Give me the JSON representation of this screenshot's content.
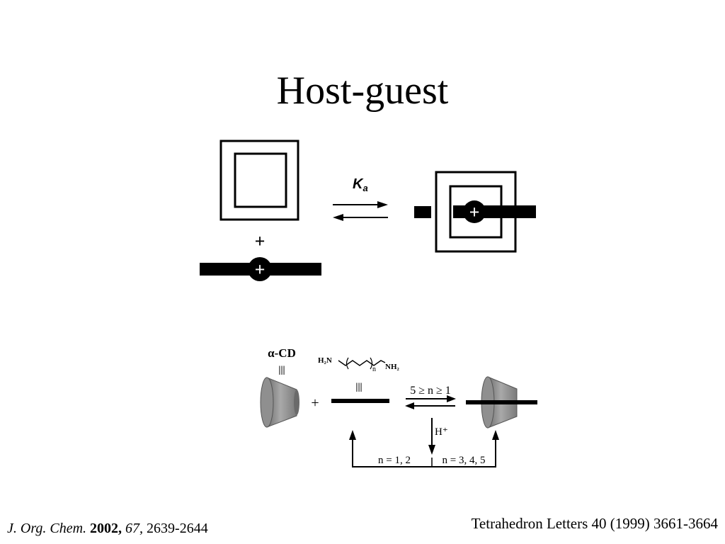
{
  "slide": {
    "title": "Host-guest"
  },
  "scheme1": {
    "equilibrium_constant": "K",
    "equilibrium_subscript": "a",
    "plus_sign": "+",
    "charge_symbol": "+"
  },
  "scheme2": {
    "host_label": "α-CD",
    "equiv_symbol": "|||",
    "guest_left_group": "H₂N",
    "guest_right_group": "NH₂",
    "repeat_subscript": "n",
    "condition": "5 ≥ n ≥ 1",
    "plus_sign": "+",
    "acid_label": "H⁺",
    "branch_left": "n = 1, 2",
    "branch_right": "n = 3, 4, 5"
  },
  "references": {
    "left": {
      "journal": "J. Org. Chem.",
      "year": "2002,",
      "volume": "67,",
      "pages": "2639-2644"
    },
    "right": "Tetrahedron Letters 40 (1999) 3661-3664"
  }
}
